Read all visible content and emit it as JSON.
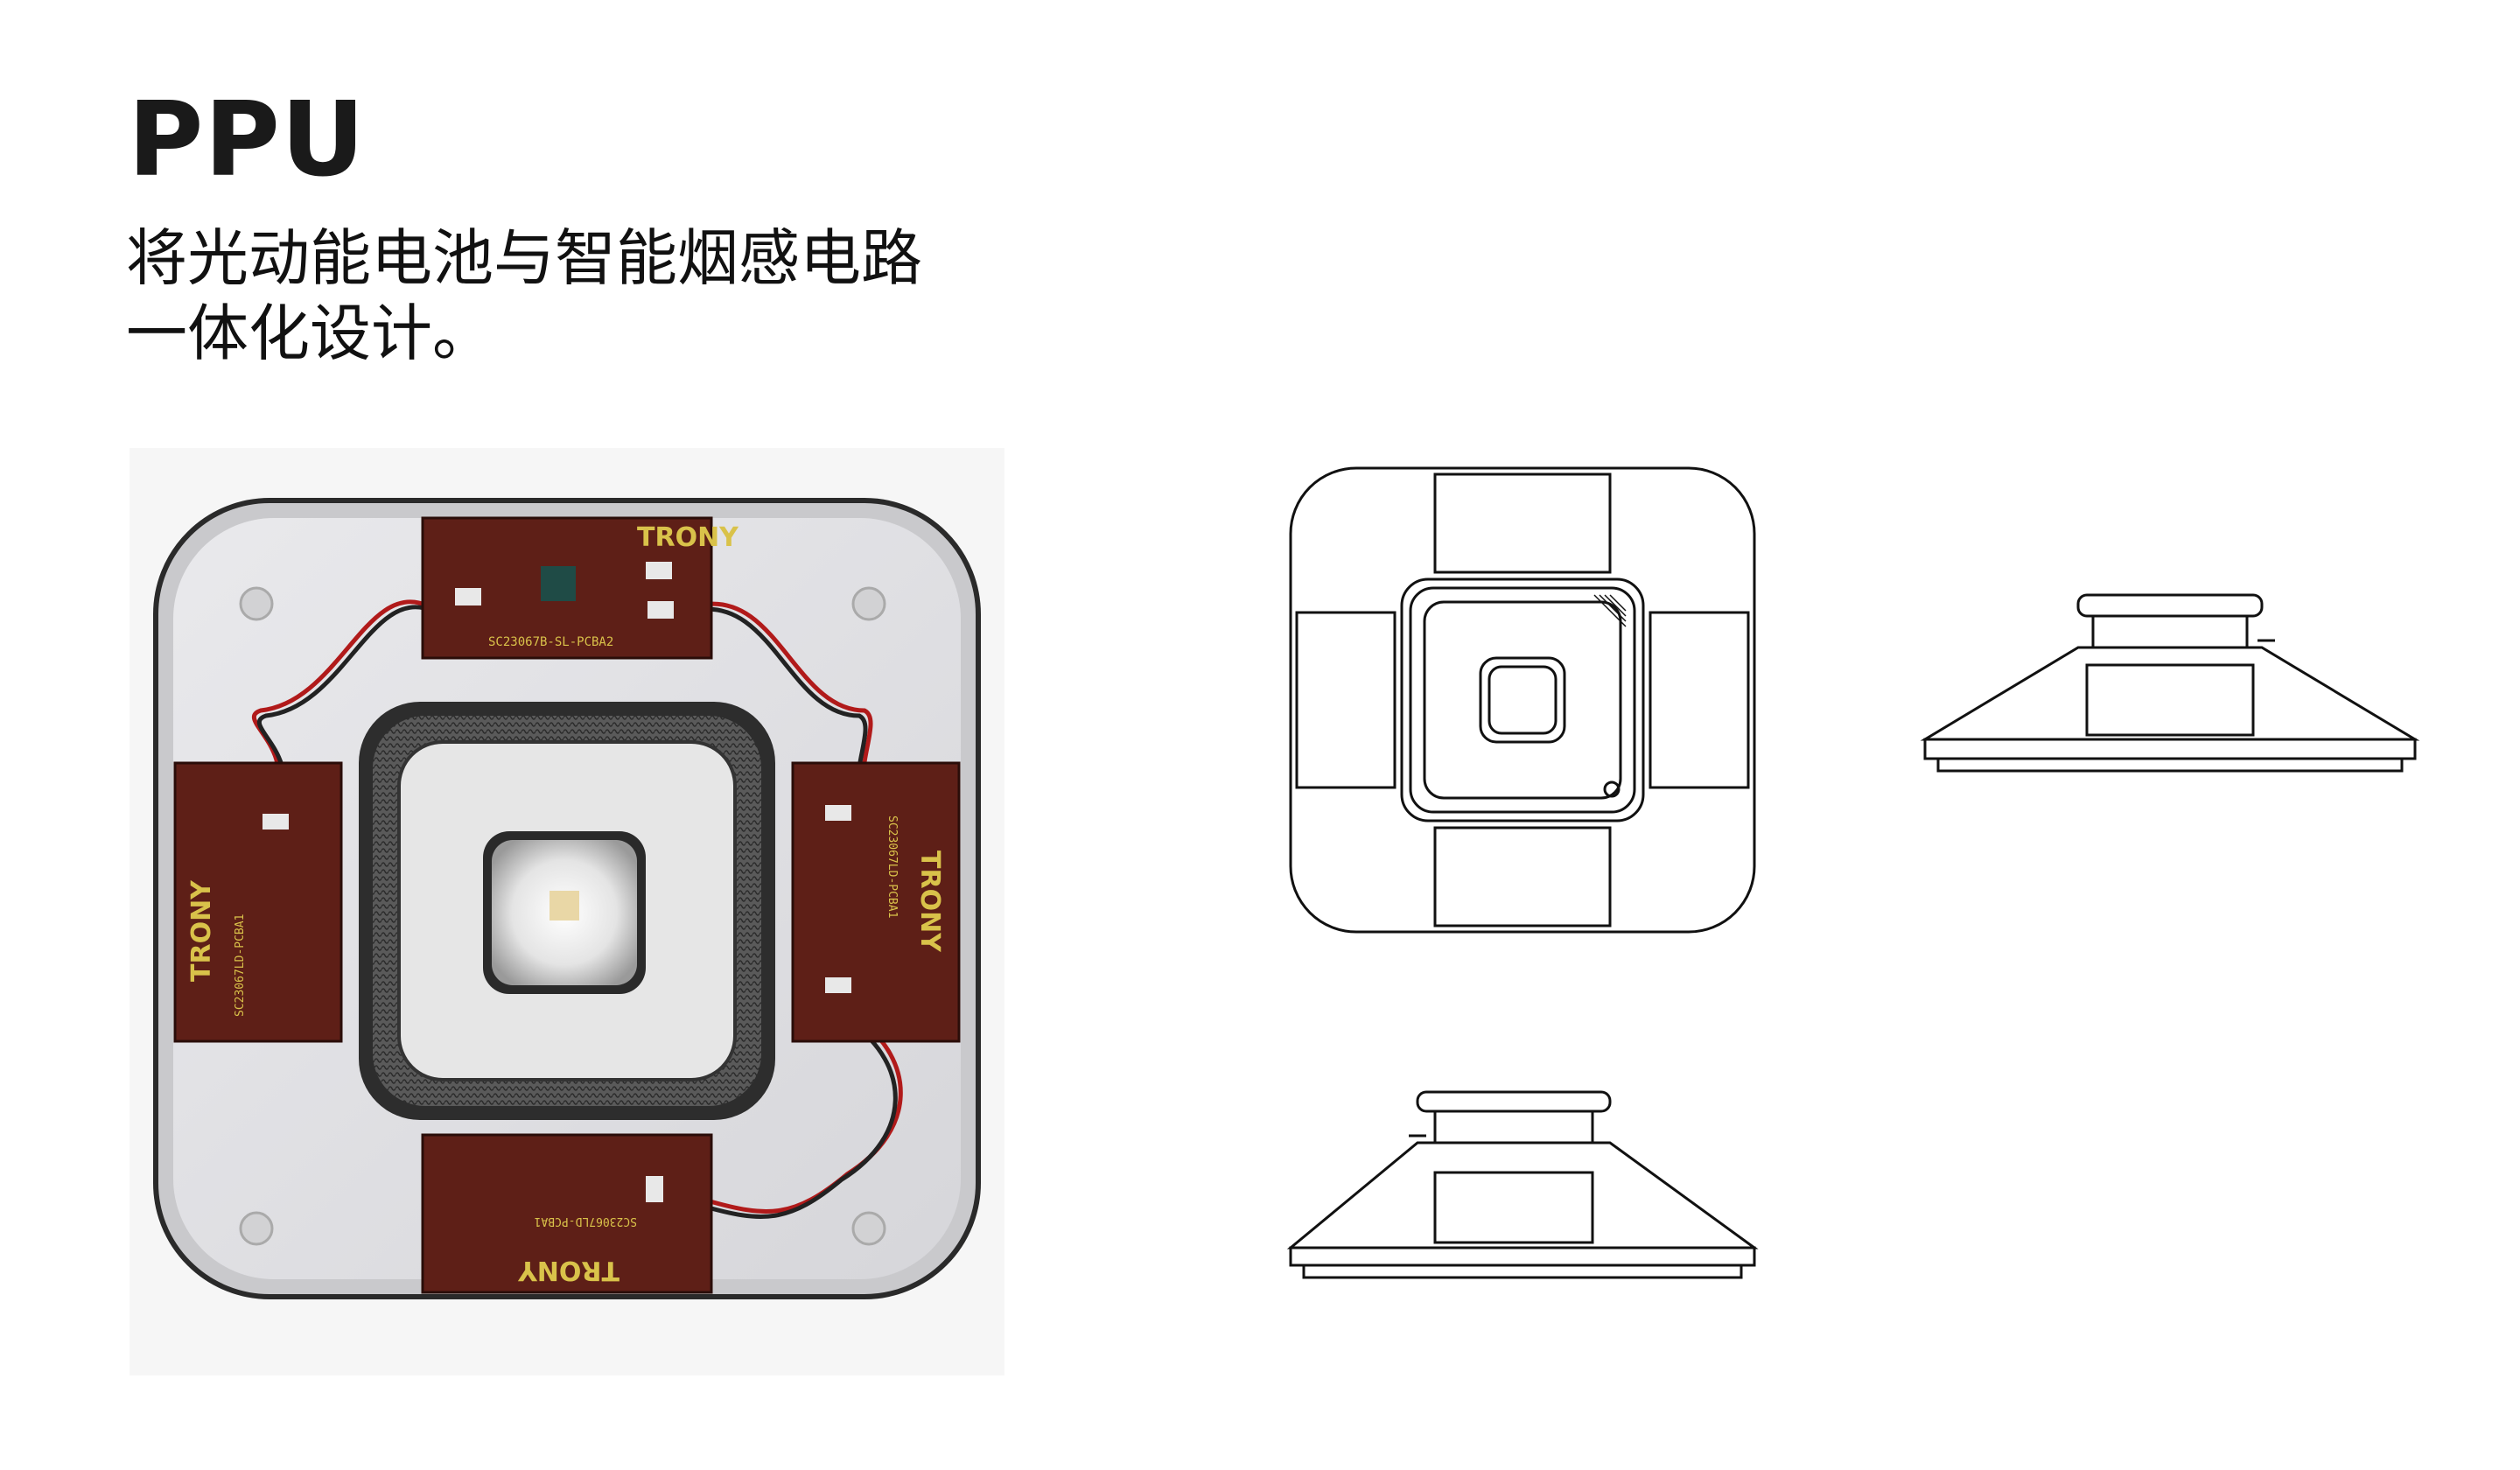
{
  "header": {
    "title": "PPU",
    "subtitle_line1": "将光动能电池与智能烟感电路",
    "subtitle_line2": "一体化设计。"
  },
  "photo": {
    "pcb_brand": "TRONY",
    "pcb_code_top": "SC23067B-SL-PCBA2",
    "pcb_code_side": "SC23067LD-PCBA1",
    "pcb_color": "#5e1f17",
    "pcb_text_color": "#d9c24a"
  },
  "drawings": {
    "views": [
      "top-view",
      "side-view",
      "side-view"
    ]
  }
}
